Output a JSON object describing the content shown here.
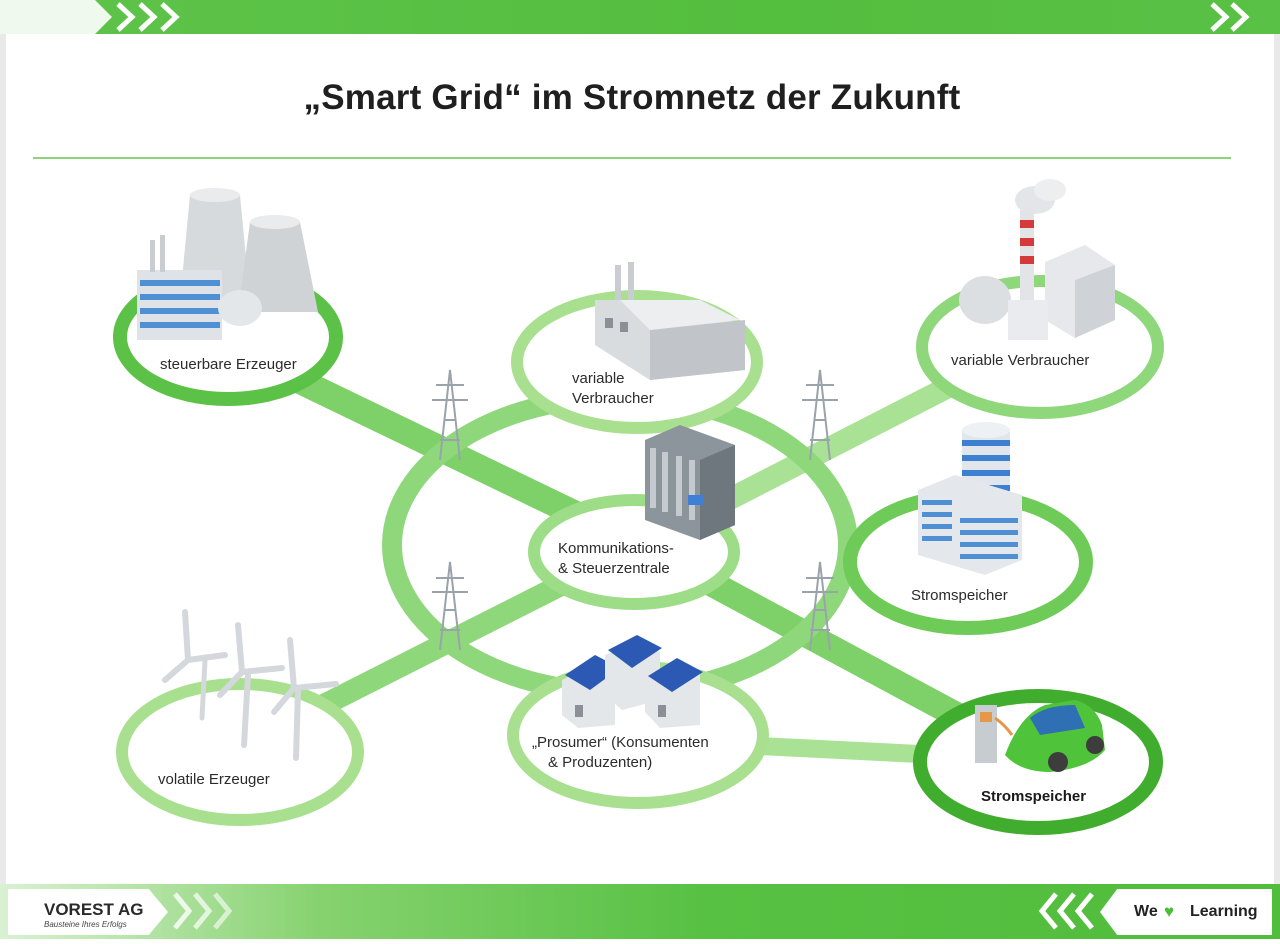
{
  "header": {
    "title": "„Smart Grid“ im Stromnetz der Zukunft"
  },
  "nodes": {
    "steuerbare_erzeuger": "steuerbare Erzeuger",
    "variable_verbraucher_center_line1": "variable",
    "variable_verbraucher_center_line2": "Verbraucher",
    "variable_verbraucher_right": "variable Verbraucher",
    "kommunikation_line1": "Kommunikations-",
    "kommunikation_line2": "& Steuerzentrale",
    "stromspeicher_right": "Stromspeicher",
    "volatile_erzeuger": "volatile Erzeuger",
    "prosumer_line1": "„Prosumer“ (Konsumenten",
    "prosumer_line2": "& Produzenten)",
    "stromspeicher_ev": "Stromspeicher"
  },
  "footer": {
    "logo": "VOREST AG",
    "logo_tagline": "Bausteine Ihres Erfolgs",
    "learning_we": "We",
    "learning_heart": "♥",
    "learning_word": "Learning"
  },
  "colors": {
    "accent_green": "#5cc247",
    "light_green": "#a8e090",
    "ring_green": "#6fcb57"
  },
  "icons": [
    "power-plant-icon",
    "factory-icon",
    "industrial-chimney-icon",
    "server-rack-icon",
    "battery-storage-building-icon",
    "wind-turbine-icon",
    "solar-house-icon",
    "electric-car-icon",
    "power-pylon-icon"
  ]
}
